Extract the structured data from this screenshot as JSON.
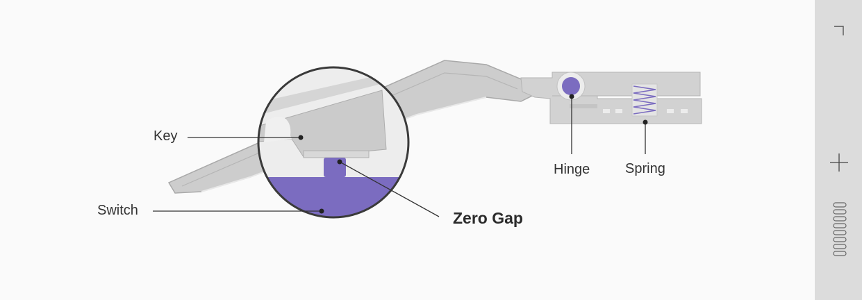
{
  "labels": {
    "key": "Key",
    "switch": "Switch",
    "zero_gap": "Zero Gap",
    "hinge": "Hinge",
    "spring": "Spring"
  },
  "colors": {
    "accent_purple": "#7b6cc0",
    "housing_gray": "#cfcfcf",
    "rail_gray": "#dcdcdc"
  },
  "icons": [
    "corner-mark-icon",
    "crosshair-icon",
    "spring-coil-icon"
  ]
}
